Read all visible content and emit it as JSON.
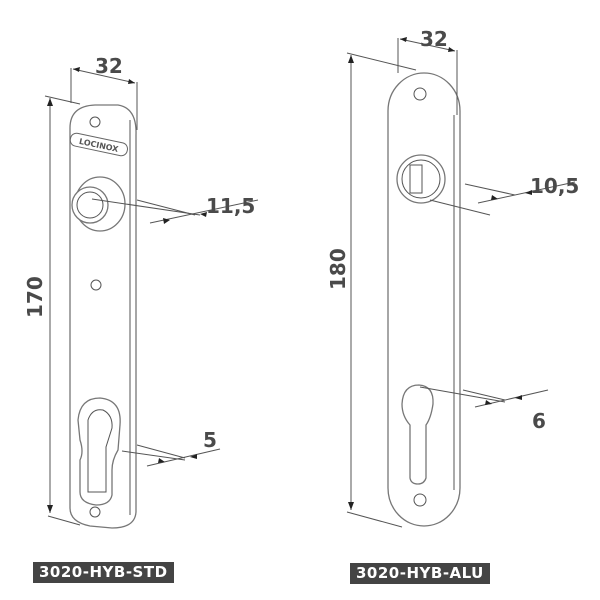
{
  "left_product": {
    "logo": "LOCINOX",
    "width_dim": "32",
    "height_dim": "170",
    "handle_offset_dim": "11,5",
    "cylinder_offset_dim": "5",
    "label": "3020-HYB-STD"
  },
  "right_product": {
    "width_dim": "32",
    "height_dim": "180",
    "handle_offset_dim": "10,5",
    "cylinder_offset_dim": "6",
    "label": "3020-HYB-ALU"
  },
  "colors": {
    "line": "#555555",
    "label_bg": "#444444",
    "text": "#4a4a4a"
  }
}
